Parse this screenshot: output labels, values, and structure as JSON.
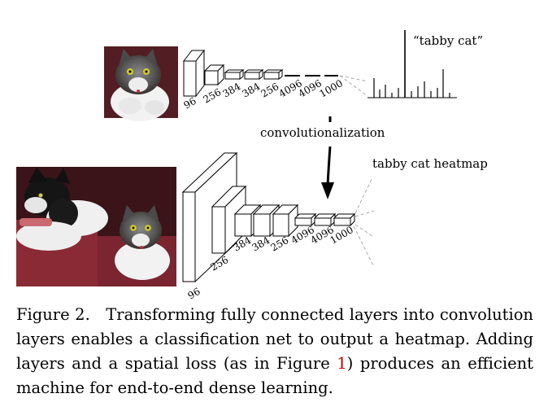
{
  "figure": {
    "top_label": "“tabby cat”",
    "bottom_label": "tabby cat heatmap",
    "arrow_label": "convolutionalization",
    "top_layer_labels": [
      "96",
      "256",
      "384",
      "384",
      "256",
      "4096",
      "4096",
      "1000"
    ],
    "bottom_layer_labels": [
      "96",
      "256",
      "384",
      "384",
      "256",
      "4096",
      "4096",
      "1000"
    ]
  },
  "caption": {
    "prefix": "Figure 2.",
    "text_before": "Transforming fully connected layers into convolution layers enables a classification net to output a heatmap. Adding layers and a spatial loss (as in Figure ",
    "ref": "1",
    "text_after": ") produces an efficient machine for end-to-end dense learning."
  }
}
